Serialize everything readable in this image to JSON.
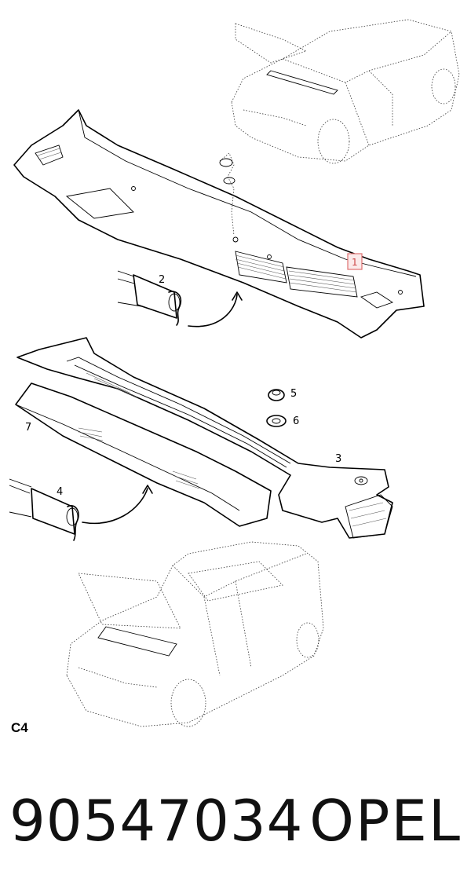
{
  "callouts": {
    "c1": "1",
    "c2": "2",
    "c3": "3",
    "c4": "4",
    "c5": "5",
    "c6": "6",
    "c7": "7"
  },
  "section_label": "C4",
  "footer": {
    "part_number": "90547034",
    "brand": "OPEL"
  },
  "colors": {
    "highlight_box": "#e07070",
    "line": "#000000",
    "background": "#ffffff"
  }
}
